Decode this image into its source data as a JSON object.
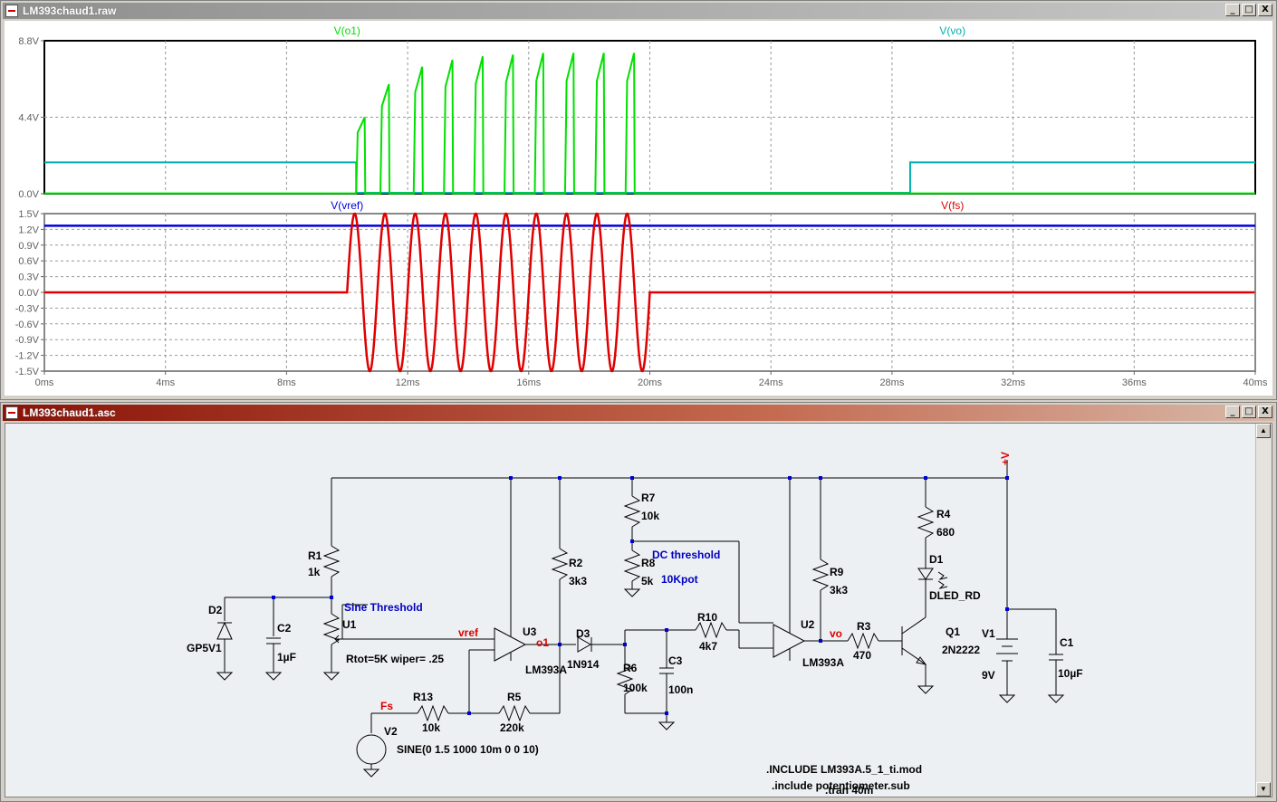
{
  "wave_window": {
    "title": "LM393chaud1.raw",
    "buttons": [
      "_",
      "□",
      "X"
    ]
  },
  "schematic_window": {
    "title": "LM393chaud1.asc",
    "buttons": [
      "_",
      "□",
      "X"
    ]
  },
  "chart_data": [
    {
      "type": "line",
      "xlabel": "",
      "ylabel": "",
      "xlim_ms": [
        0,
        40
      ],
      "ylim_V": [
        0,
        8.8
      ],
      "y_ticks": [
        "8.8V",
        "4.4V",
        "0.0V"
      ],
      "grid": true,
      "series": [
        {
          "name": "V(o1)",
          "color": "#00e000",
          "description_points": "pulses between 10ms and 19.4ms, rising towards ~8.4V"
        },
        {
          "name": "V(vo)",
          "color": "#00b0b0",
          "x_ms": [
            0,
            10.3,
            10.3,
            28.6,
            28.6,
            40
          ],
          "y_V": [
            1.8,
            1.8,
            0.05,
            0.05,
            1.8,
            1.8
          ]
        }
      ],
      "pulse_peaks_V": [
        4.4,
        6.3,
        7.3,
        7.7,
        7.9,
        8.0,
        8.1,
        8.1,
        8.1,
        8.1
      ],
      "pulse_start_ms": [
        10.3,
        11.1,
        12.2,
        13.2,
        14.2,
        15.2,
        16.2,
        17.2,
        18.2,
        19.2
      ]
    },
    {
      "type": "line",
      "xlim_ms": [
        0,
        40
      ],
      "ylim_V": [
        -1.5,
        1.5
      ],
      "y_ticks": [
        "1.5V",
        "1.2V",
        "0.9V",
        "0.6V",
        "0.3V",
        "0.0V",
        "-0.3V",
        "-0.6V",
        "-0.9V",
        "-1.2V",
        "-1.5V"
      ],
      "x_ticks": [
        "0ms",
        "4ms",
        "8ms",
        "12ms",
        "16ms",
        "20ms",
        "24ms",
        "28ms",
        "32ms",
        "36ms",
        "40ms"
      ],
      "grid": true,
      "series": [
        {
          "name": "V(vref)",
          "color": "#0000e0",
          "x_ms": [
            0,
            40
          ],
          "y_V": [
            1.27,
            1.27
          ]
        },
        {
          "name": "V(fs)",
          "color": "#e00000",
          "signal": "SINE(0 1.5 1000 10m 0 0 10)",
          "amplitude_V": 1.5,
          "freq_hz": 1000,
          "delay_ms": 10,
          "cycles": 10
        }
      ]
    }
  ],
  "schematic": {
    "labels": {
      "vplus": "+V",
      "r1": "R1",
      "r1v": "1k",
      "r2": "R2",
      "r2v": "3k3",
      "r3": "R3",
      "r3v": "470",
      "r4": "R4",
      "r4v": "680",
      "r5": "R5",
      "r5v": "220k",
      "r6": "R6",
      "r6v": "100k",
      "r7": "R7",
      "r7v": "10k",
      "r8": "R8",
      "r8v": "5k",
      "r9": "R9",
      "r9v": "3k3",
      "r10": "R10",
      "r10v": "4k7",
      "r13": "R13",
      "r13v": "10k",
      "c1": "C1",
      "c1v": "10µF",
      "c2": "C2",
      "c2v": "1µF",
      "c3": "C3",
      "c3v": "100n",
      "d1": "D1",
      "d1v": "DLED_RD",
      "d2": "D2",
      "d2v": "GP5V1",
      "d3": "D3",
      "d3v": "1N914",
      "q1": "Q1",
      "q1v": "2N2222",
      "u1": "U1",
      "u1v": "Rtot=5K wiper= .25",
      "u2": "U2",
      "u2v": "LM393A",
      "u3": "U3",
      "u3v": "LM393A",
      "v1": "V1",
      "v1v": "9V",
      "v2": "V2",
      "v2v": "SINE(0 1.5 1000 10m 0 0 10)",
      "sine_threshold": "Sine Threshold",
      "dc_threshold": "DC threshold",
      "pot": "10Kpot",
      "net_vref": "vref",
      "net_o1": "o1",
      "net_vo": "vo",
      "net_fs": "Fs"
    },
    "directives": [
      ".INCLUDE LM393A.5_1_ti.mod",
      ".include potentiometer.sub",
      ".tran 40m"
    ]
  }
}
